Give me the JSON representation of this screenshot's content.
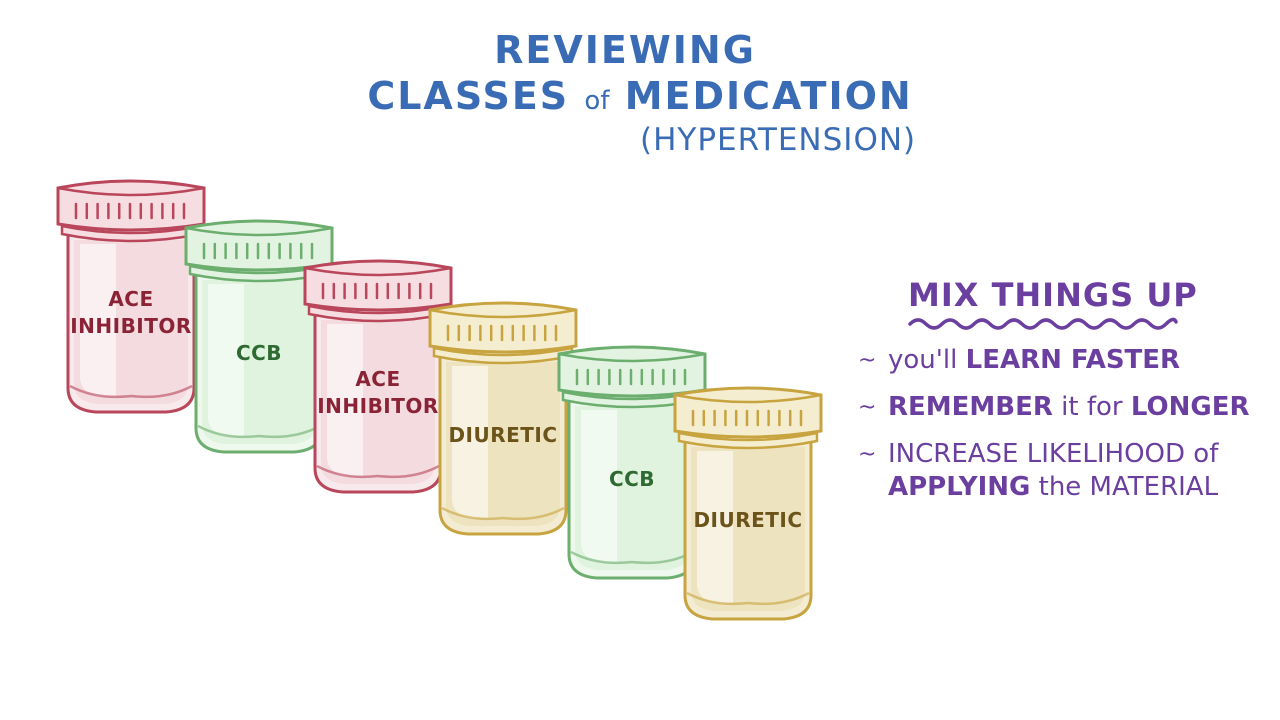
{
  "title": {
    "line1": "REVIEWING",
    "line2_a": "CLASSES",
    "line2_of": "of",
    "line2_b": "MEDICATION",
    "subtitle": "(HYPERTENSION)"
  },
  "colors": {
    "title": "#3a6bb5",
    "accent": "#6b3fa0",
    "red_jar": "#c9566a",
    "green_jar": "#6cbf72",
    "yellow_jar": "#d4b24c"
  },
  "jars": [
    {
      "label_line1": "ACE",
      "label_line2": "INHIBITOR",
      "color": "red"
    },
    {
      "label_line1": "CCB",
      "label_line2": "",
      "color": "green"
    },
    {
      "label_line1": "ACE",
      "label_line2": "INHIBITOR",
      "color": "red"
    },
    {
      "label_line1": "DIURETIC",
      "label_line2": "",
      "color": "yellow"
    },
    {
      "label_line1": "CCB",
      "label_line2": "",
      "color": "green"
    },
    {
      "label_line1": "DIURETIC",
      "label_line2": "",
      "color": "yellow"
    }
  ],
  "panel": {
    "heading": "MIX THINGS UP",
    "bullet_marker": "~",
    "bullets": [
      {
        "a": "you'll ",
        "b": "LEARN FASTER",
        "c": ""
      },
      {
        "a": "",
        "b": "REMEMBER",
        "c": " it for ",
        "d": "LONGER"
      },
      {
        "a": "INCREASE LIKELIHOOD of",
        "b": "APPLYING",
        "c": " the MATERIAL"
      }
    ]
  }
}
